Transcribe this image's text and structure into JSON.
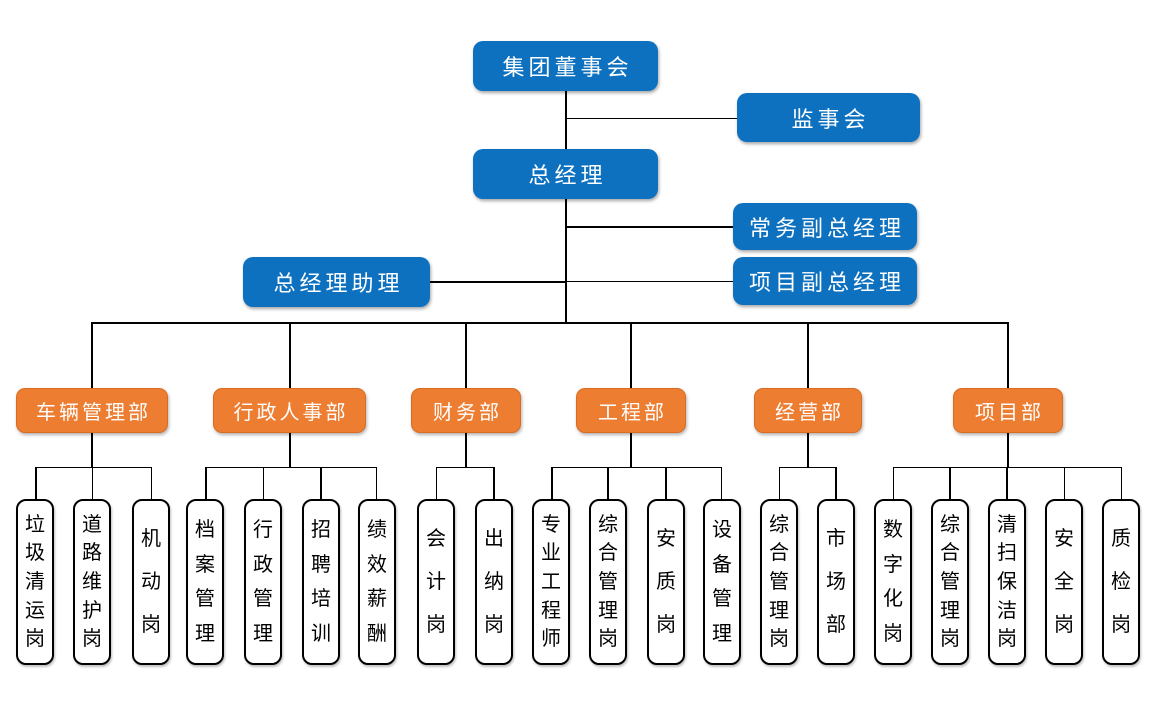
{
  "org": {
    "executives": {
      "board": "集团董事会",
      "supervisory_board": "监事会",
      "general_manager": "总经理",
      "executive_deputy_gm": "常务副总经理",
      "gm_assistant": "总经理助理",
      "project_deputy_gm": "项目副总经理"
    },
    "departments": [
      {
        "label": "车辆管理部",
        "children": [
          "垃圾清运岗",
          "道路维护岗",
          "机动岗"
        ]
      },
      {
        "label": "行政人事部",
        "children": [
          "档案管理",
          "行政管理",
          "招聘培训",
          "绩效薪酬"
        ]
      },
      {
        "label": "财务部",
        "children": [
          "会计岗",
          "出纳岗"
        ]
      },
      {
        "label": "工程部",
        "children": [
          "专业工程师",
          "综合管理岗",
          "安质岗",
          "设备管理"
        ]
      },
      {
        "label": "经营部",
        "children": [
          "综合管理岗",
          "市场部"
        ]
      },
      {
        "label": "项目部",
        "children": [
          "数字化岗",
          "综合管理岗",
          "清扫保洁岗",
          "安全岗",
          "质检岗"
        ]
      }
    ]
  },
  "colors": {
    "executive_blue": "#0E71C0",
    "department_orange": "#ED7D31",
    "department_border": "#D96C1F",
    "position_fill": "#FFFFFF",
    "position_border": "#000000",
    "connector": "#000000",
    "text_on_color": "#FFFFFF",
    "background": "#FFFFFF"
  }
}
